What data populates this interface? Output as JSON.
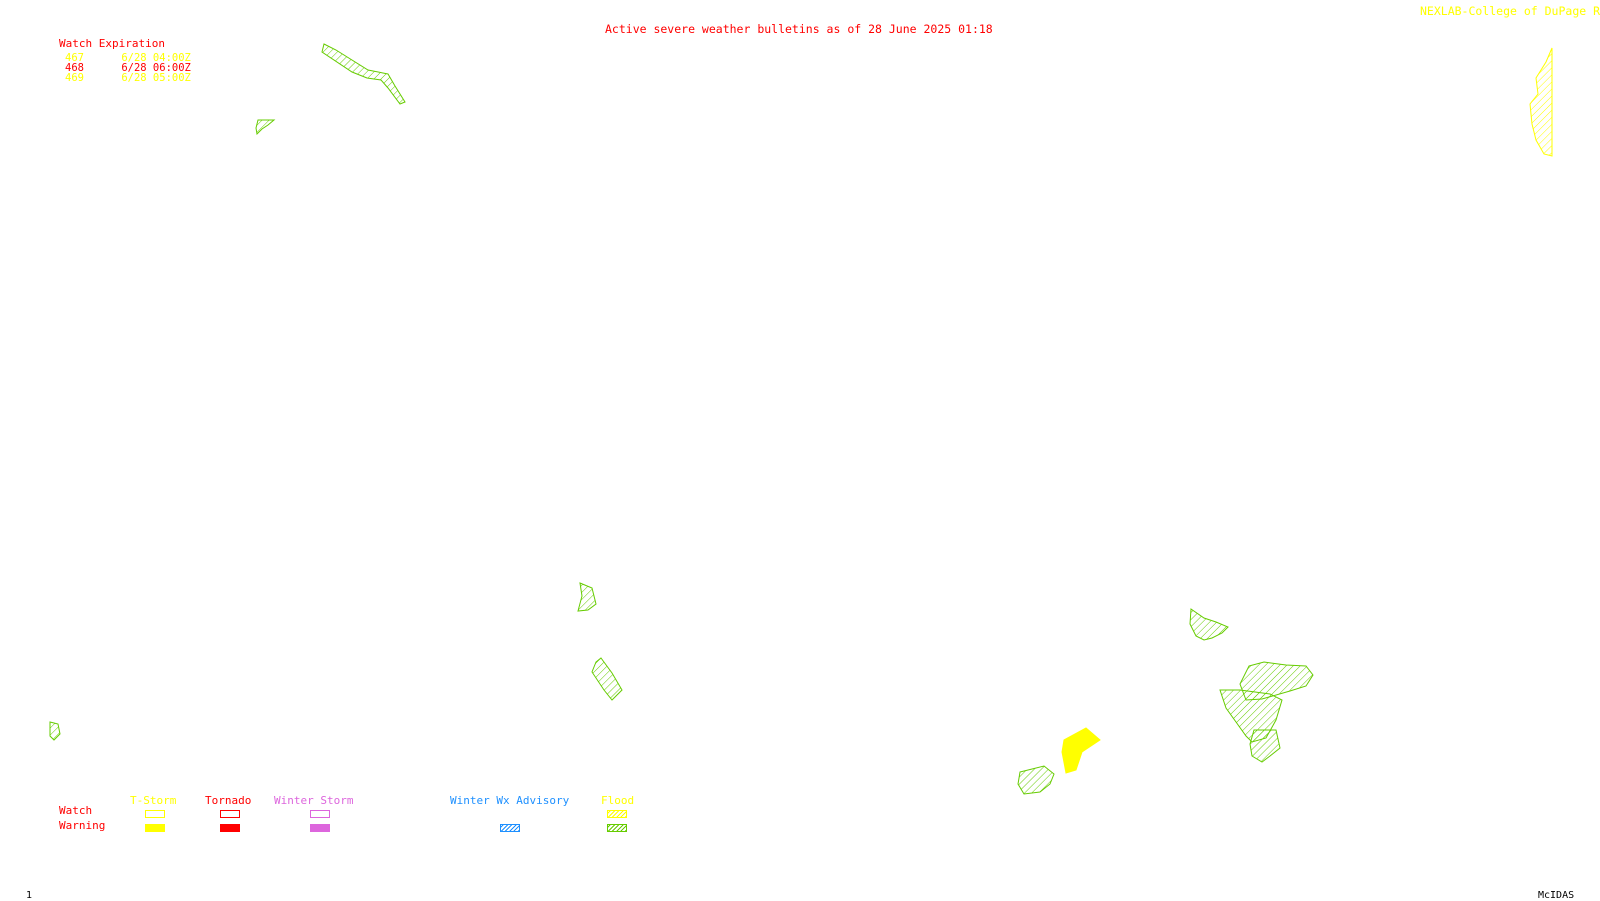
{
  "header": {
    "title": "Active severe weather bulletins as of 28 June 2025 01:18",
    "credit": "NEXLAB-College of DuPage R"
  },
  "watch_expiration": {
    "heading": "Watch Expiration",
    "watches": [
      {
        "number": "467",
        "expires": "6/28 04:00Z",
        "type": "T-Storm",
        "color": "#ffff00"
      },
      {
        "number": "468",
        "expires": "6/28 06:00Z",
        "type": "Tornado",
        "color": "#ff0000"
      },
      {
        "number": "469",
        "expires": "6/28 05:00Z",
        "type": "T-Storm",
        "color": "#ffff00"
      }
    ]
  },
  "legend": {
    "row_watch": "Watch",
    "row_warning": "Warning",
    "row_color": "#ff0000",
    "columns": [
      {
        "label": "T-Storm",
        "color": "#ffff00",
        "watch_style": "outline",
        "warning_style": "solid"
      },
      {
        "label": "Tornado",
        "color": "#ff0000",
        "watch_style": "outline",
        "warning_style": "solid"
      },
      {
        "label": "Winter Storm",
        "color": "#dd66dd",
        "watch_style": "outline",
        "warning_style": "solid"
      },
      {
        "label": "Winter Wx Advisory",
        "color": "#1e90ff",
        "watch_style": "none",
        "warning_style": "hatched"
      },
      {
        "label": "Flood",
        "color": "#ffff00",
        "warning_color": "#66cc00",
        "watch_style": "hatched",
        "warning_style": "hatched"
      }
    ]
  },
  "colors": {
    "flood_warning": "#66cc00",
    "tstorm": "#ffff00",
    "tornado": "#ff0000"
  },
  "footer": {
    "frame": "1",
    "brand": "McIDAS"
  }
}
